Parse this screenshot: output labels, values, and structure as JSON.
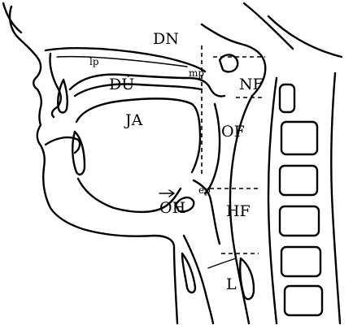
{
  "labels": {
    "dn": "DN",
    "lp": "lp",
    "mp": "mp",
    "nf": "NF",
    "du": "DÚ",
    "ja": "JA",
    "of": "OF",
    "ep": "ep",
    "oh": "OH",
    "hf": "HF",
    "l": "L"
  },
  "colors": {
    "ink": "#000000",
    "background": "#ffffff"
  }
}
